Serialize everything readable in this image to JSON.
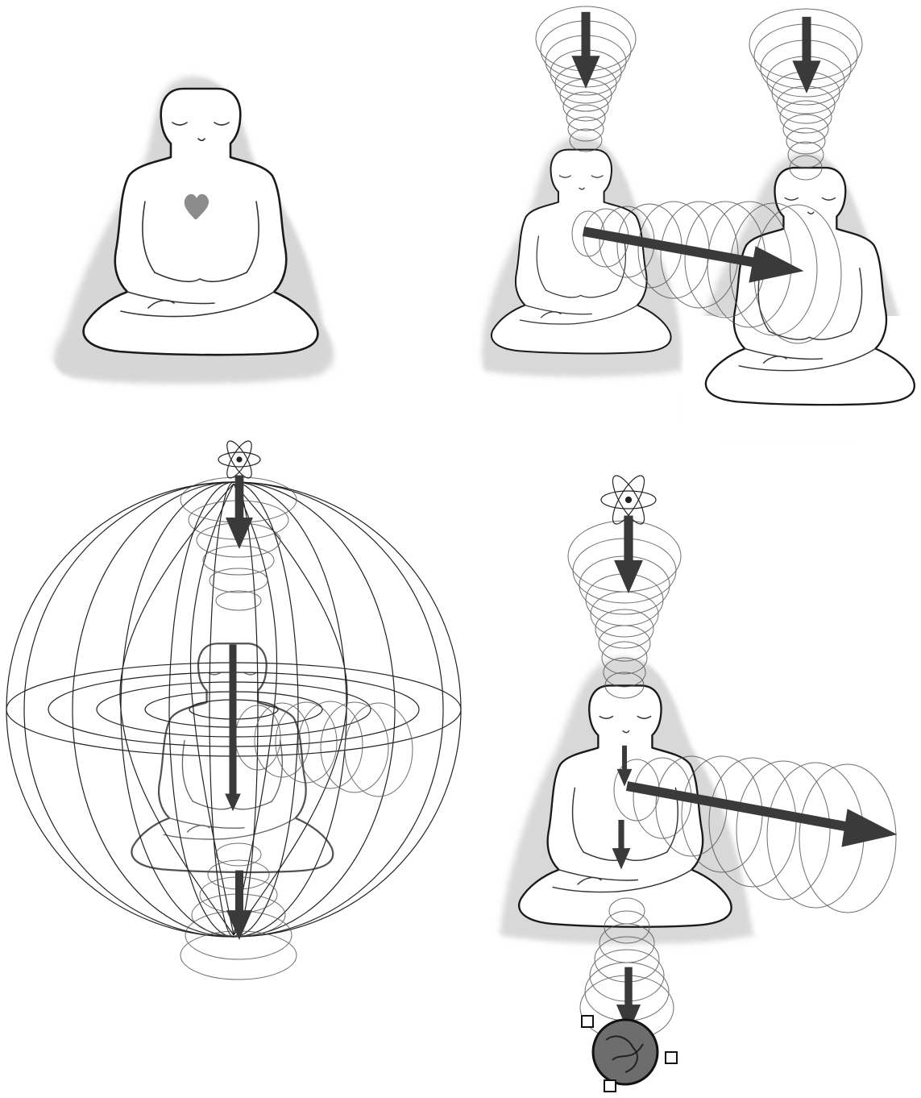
{
  "panels": [
    {
      "name": "meditating-figure-heart",
      "icon": "heart-icon"
    },
    {
      "name": "two-figures-heart-connection",
      "icon": "arrow-icon"
    },
    {
      "name": "toroidal-field-figure",
      "icon": "atom-icon"
    },
    {
      "name": "figure-heaven-earth-connection",
      "icon": "earth-globe-icon"
    }
  ],
  "colors": {
    "outline": "#1a1a1a",
    "arrow": "#3a3a3a",
    "heart": "#8c8c8c",
    "aura": "#bdbdbd",
    "background": "#ffffff"
  }
}
